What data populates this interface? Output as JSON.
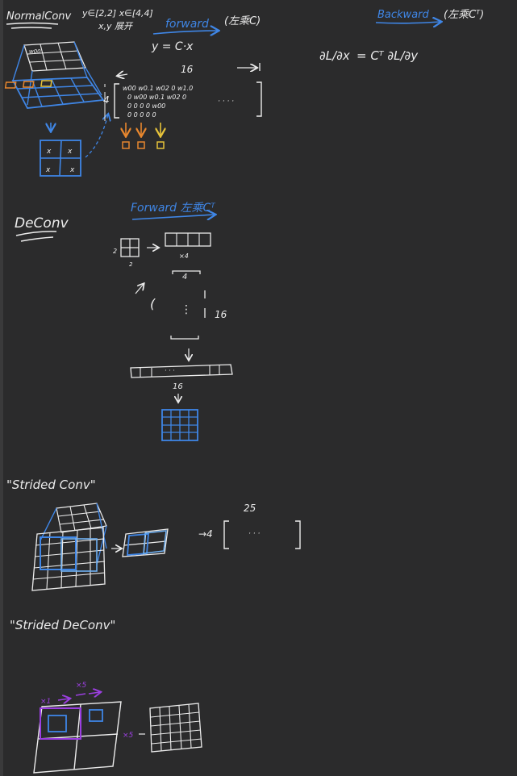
{
  "sections": {
    "normal_conv": {
      "title": "NormalConv",
      "shapes_note": "y∈[2,2] x∈[4,4]",
      "flatten_note": "x,y 展开",
      "forward_label": "forward",
      "forward_note": "(左乘C)",
      "equation": "y = C·x",
      "kernel_label": "w00",
      "matrix_cols": "16",
      "matrix_rows": "4",
      "matrix_row1": "w00 w0.1 w02  0  w1.0",
      "matrix_row2": "0  w00 w0.1 w02  0",
      "matrix_row3": "0   0   0   0  w00",
      "matrix_row4": "0   0   0   0   0",
      "matrix_ellipsis": "· · · ·",
      "output_marks": [
        "x",
        "x",
        "x",
        "x"
      ]
    },
    "backward": {
      "title": "Backward",
      "note": "(左乘Cᵀ)",
      "equation_lhs": "∂L/∂x",
      "equation_rhs": "= Cᵀ ∂L/∂y"
    },
    "deconv": {
      "title": "DeConv",
      "forward_label": "Forward 左乘Cᵀ",
      "input_size": "2",
      "input_size_bottom": "2",
      "times_label": "×4",
      "matrix_width": "4",
      "matrix_height": "16",
      "matrix_dots": "⋮",
      "output_len": "16",
      "vector_dots": "· · ·"
    },
    "strided_conv": {
      "title": "\"Strided Conv\"",
      "matrix_rows": "→4",
      "matrix_cols": "25",
      "matrix_dots": "· · ·"
    },
    "strided_deconv": {
      "title": "\"Strided DeConv\"",
      "step_1": "×1",
      "step_2": "×5",
      "size_label": "×5"
    }
  },
  "colors": {
    "ink": "#ececec",
    "blue": "#3f86e6",
    "orange": "#e8872e",
    "yellow": "#e6c23a",
    "purple": "#9b3fe0",
    "background": "#2b2b2c"
  }
}
